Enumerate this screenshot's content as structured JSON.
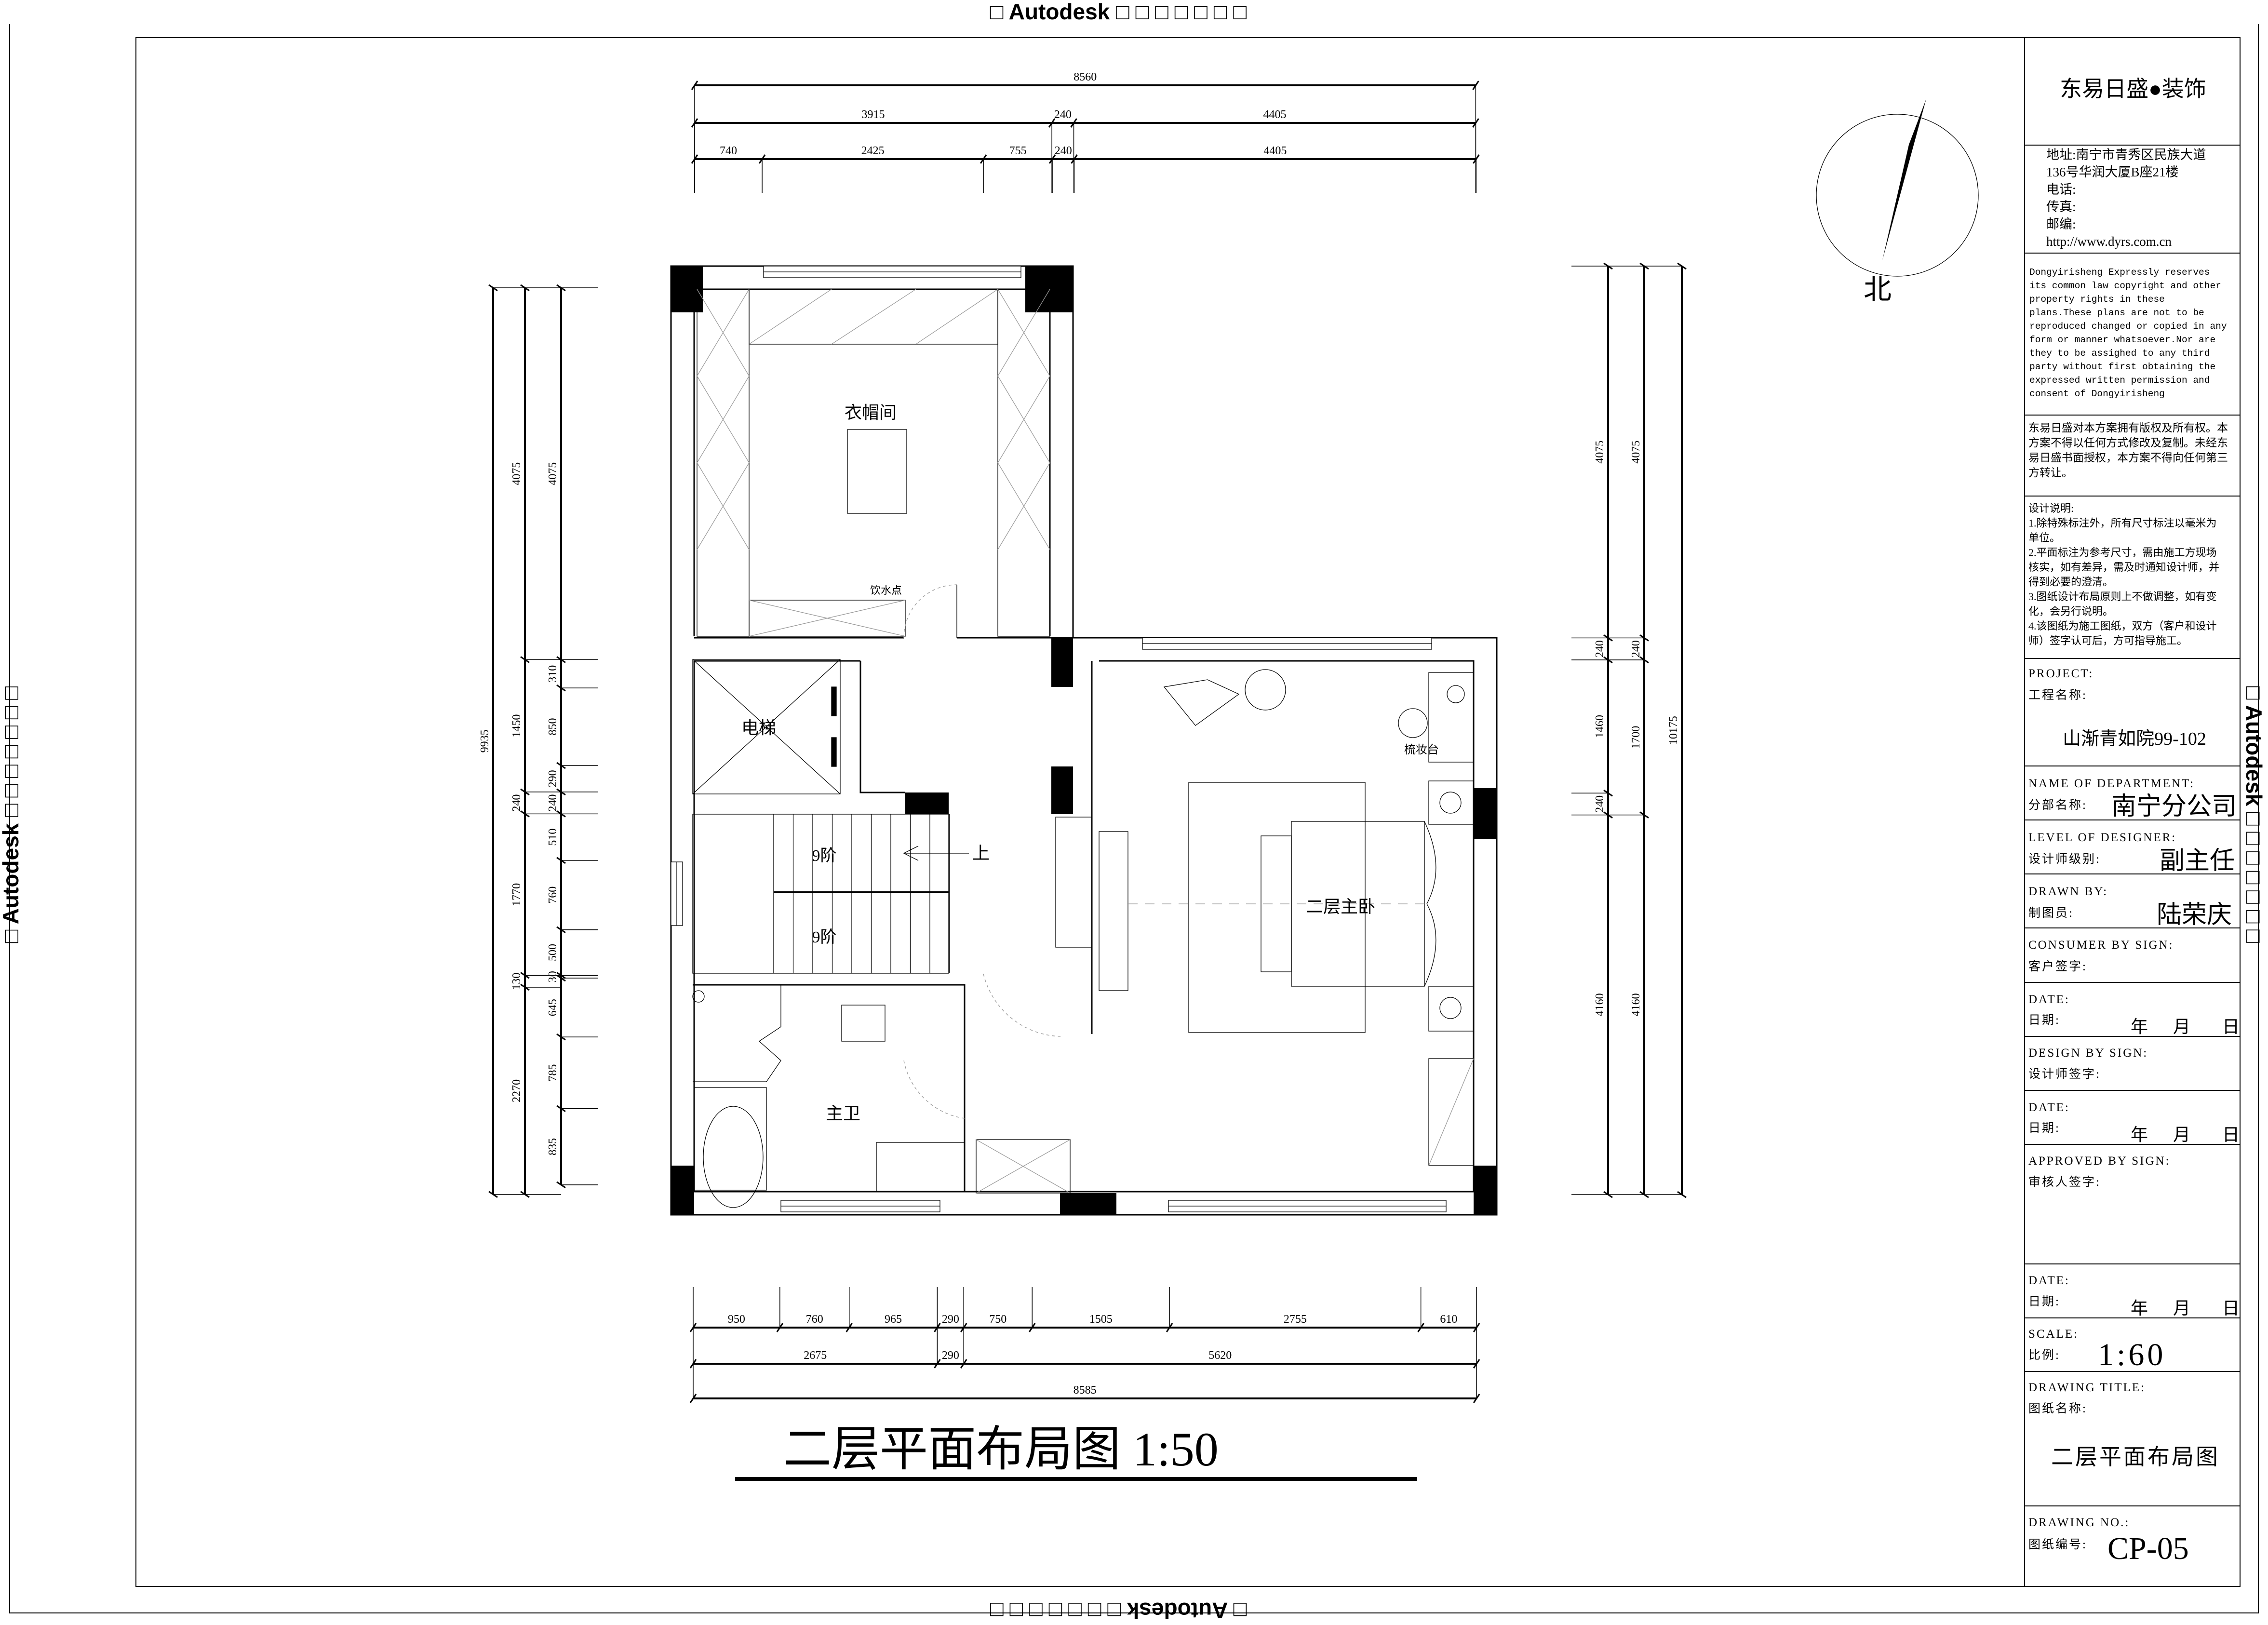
{
  "watermark": {
    "top": "□ Autodesk □ □ □ □ □ □ □",
    "bottom": "□ Autodesk □ □ □ □ □ □ □",
    "left": "□ Autodesk □ □ □ □ □ □ □",
    "right": "□ Autodesk □ □ □ □ □ □ □"
  },
  "north_label": "北",
  "drawing_title": "二层平面布局图 1:50",
  "rooms": {
    "closet": "衣帽间",
    "water_point": "饮水点",
    "elevator": "电梯",
    "stairs_upper": "9阶",
    "stairs_lower": "9阶",
    "up": "上",
    "bathroom": "主卫",
    "master_bedroom": "二层主卧",
    "dresser": "梳妆台"
  },
  "dimensions": {
    "top_overall": [
      8560
    ],
    "top_mid": [
      3915,
      240,
      4405
    ],
    "top_detail": [
      740,
      2425,
      755,
      240,
      4405
    ],
    "bottom_detail": [
      950,
      760,
      965,
      290,
      750,
      1505,
      2755,
      610
    ],
    "bottom_mid": [
      2675,
      290,
      5620
    ],
    "bottom_overall": [
      8585
    ],
    "left_overall": [
      9935
    ],
    "left_mid": [
      4075,
      1450,
      240,
      1770,
      130,
      2270
    ],
    "left_detail": [
      4075,
      310,
      850,
      290,
      240,
      510,
      760,
      500,
      30,
      645,
      785,
      835
    ],
    "right_detail": [
      4075,
      240,
      1460,
      240,
      4160
    ],
    "right_mid": [
      4075,
      240,
      1700,
      4160
    ],
    "right_overall": [
      10175
    ]
  },
  "title_block": {
    "company": "东易日盛●装饰",
    "address_lines": [
      "地址:南宁市青秀区民族大道",
      "136号华润大厦B座21楼",
      "电话:",
      "传真:",
      "邮编:",
      "http://www.dyrs.com.cn"
    ],
    "copyright_en": [
      "Dongyirisheng Expressly reserves",
      "its common law copyright and other",
      "property rights in these",
      "plans.These plans are not to be",
      "reproduced changed or copied in any",
      "form or manner whatsoever.Nor are",
      "they  to be assighed to any third",
      "party without first obtaining the",
      "expressed written permission and",
      "consent of Dongyirisheng"
    ],
    "copyright_cn": [
      "东易日盛对本方案拥有版权及所有权。本",
      "方案不得以任何方式修改及复制。未经东",
      "易日盛书面授权，本方案不得向任何第三",
      "方转让。"
    ],
    "notes": [
      "设计说明:",
      "1.除特殊标注外，所有尺寸标注以毫米为",
      "单位。",
      "2.平面标注为参考尺寸，需由施工方现场",
      "核实，如有差异，需及时通知设计师，并",
      "得到必要的澄清。",
      "3.图纸设计布局原则上不做调整，如有变",
      "化，会另行说明。",
      "4.该图纸为施工图纸，双方（客户和设计",
      "师）签字认可后，方可指导施工。"
    ],
    "project_en": "PROJECT:",
    "project_cn": "工程名称:",
    "project_value": "山渐青如院99-102",
    "department_en": "NAME OF DEPARTMENT:",
    "department_cn": "分部名称:",
    "department_value": "南宁分公司",
    "designer_level_en": "LEVEL OF DESIGNER:",
    "designer_level_cn": "设计师级别:",
    "designer_level_value": "副主任",
    "drawn_by_en": "DRAWN BY:",
    "drawn_by_cn": "制图员:",
    "drawn_by_value": "陆荣庆",
    "consumer_sign_en": "CONSUMER BY SIGN:",
    "consumer_sign_cn": "客户签字:",
    "date_en": "DATE:",
    "date_cn": "日期:",
    "year": "年",
    "month": "月",
    "day": "日",
    "design_sign_en": "DESIGN BY SIGN:",
    "design_sign_cn": "设计师签字:",
    "approved_sign_en": "APPROVED BY SIGN:",
    "approved_sign_cn": "审核人签字:",
    "scale_en": "SCALE:",
    "scale_cn": "比例:",
    "scale_value": "1:60",
    "drawing_title_en": "DRAWING TITLE:",
    "drawing_title_cn": "图纸名称:",
    "drawing_title_value": "二层平面布局图",
    "drawing_no_en": "DRAWING NO.:",
    "drawing_no_cn": "图纸编号:",
    "drawing_no_value": "CP-05"
  }
}
